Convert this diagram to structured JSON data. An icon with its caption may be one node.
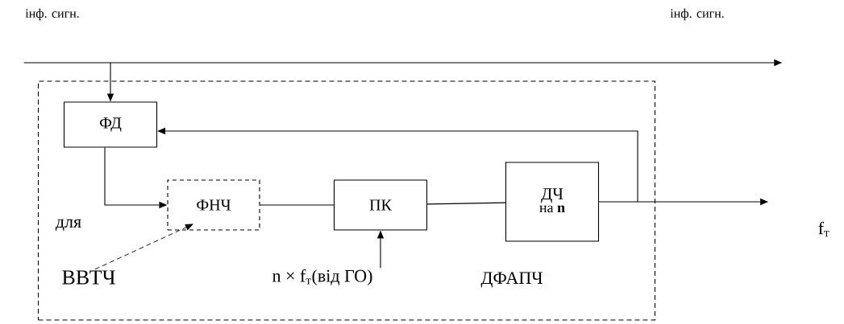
{
  "diagram": {
    "nodes": [
      {
        "text": [
          "ДФАПЧ"
        ]
      },
      {
        "text": [
          "інф. сигн."
        ]
      },
      {
        "text": [
          "інф. сигн."
        ]
      },
      {
        "text": [
          "ФД"
        ],
        "in": 0
      },
      {
        "text": [
          "ФНЧ"
        ],
        "in": 0
      },
      {
        "text": [
          "ПК"
        ],
        "in": 0
      },
      {
        "text": [
          "ДЧ",
          "на **n**"
        ],
        "in": 0
      },
      {
        "text": [
          "ВВТЧ"
        ],
        "in": 0
      },
      {
        "text": [
          "n × f$_{т}$(від ГО)"
        ],
        "in": 0
      },
      {
        "text": [
          "f$_{т}$"
        ]
      }
    ],
    "edges": [
      {
        "from": 1,
        "to": 2,
        "arrow": "to"
      },
      {
        "from": null,
        "to": 3,
        "arrow": "to"
      },
      {
        "from": 3,
        "to": 4,
        "arrow": "to"
      },
      {
        "from": 4,
        "to": 5,
        "arrow": "none"
      },
      {
        "from": 5,
        "to": 6,
        "arrow": "none"
      },
      {
        "from": 6,
        "to": 9,
        "arrow": "to"
      },
      {
        "from": 6,
        "to": 3,
        "arrow": "to"
      },
      {
        "from": 7,
        "to": 4,
        "arrow": "to",
        "style": "dashed"
      },
      {
        "from": 8,
        "to": 5,
        "arrow": "to"
      }
    ],
    "labels": [
      "для"
    ]
  }
}
